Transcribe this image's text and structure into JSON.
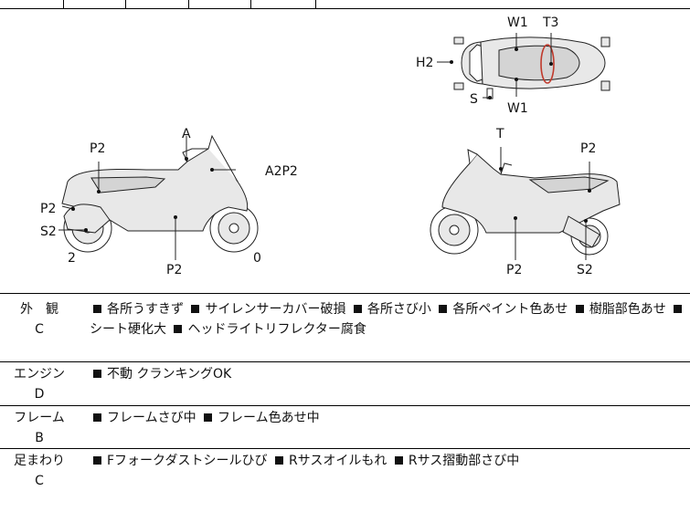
{
  "diagram": {
    "top_view": {
      "labels": [
        "W1",
        "T3",
        "H2",
        "S",
        "W1"
      ]
    },
    "left_view": {
      "labels": [
        "A",
        "P2",
        "A2P2",
        "P2",
        "S2",
        "2",
        "P2",
        "0"
      ]
    },
    "right_view": {
      "labels": [
        "T",
        "P2",
        "P2",
        "S2"
      ]
    },
    "colors": {
      "line": "#222222",
      "fill": "#e8e8e8",
      "tank_mark": "#c0392b"
    }
  },
  "sections": [
    {
      "name": "外　観",
      "grade": "C",
      "items": [
        "各所うすきず",
        "サイレンサーカバー破損",
        "各所さび小",
        "各所ペイント色あせ",
        "樹脂部色あせ",
        "シート硬化大",
        "ヘッドライトリフレクター腐食"
      ]
    },
    {
      "name": "エンジン",
      "grade": "D",
      "items": [
        "不動 クランキングOK"
      ]
    },
    {
      "name": "フレーム",
      "grade": "B",
      "items": [
        "フレームさび中",
        "フレーム色あせ中"
      ]
    },
    {
      "name": "足まわり",
      "grade": "C",
      "items": [
        "Fフォークダストシールひび",
        "Rサスオイルもれ",
        "Rサス摺動部さび中"
      ]
    }
  ]
}
